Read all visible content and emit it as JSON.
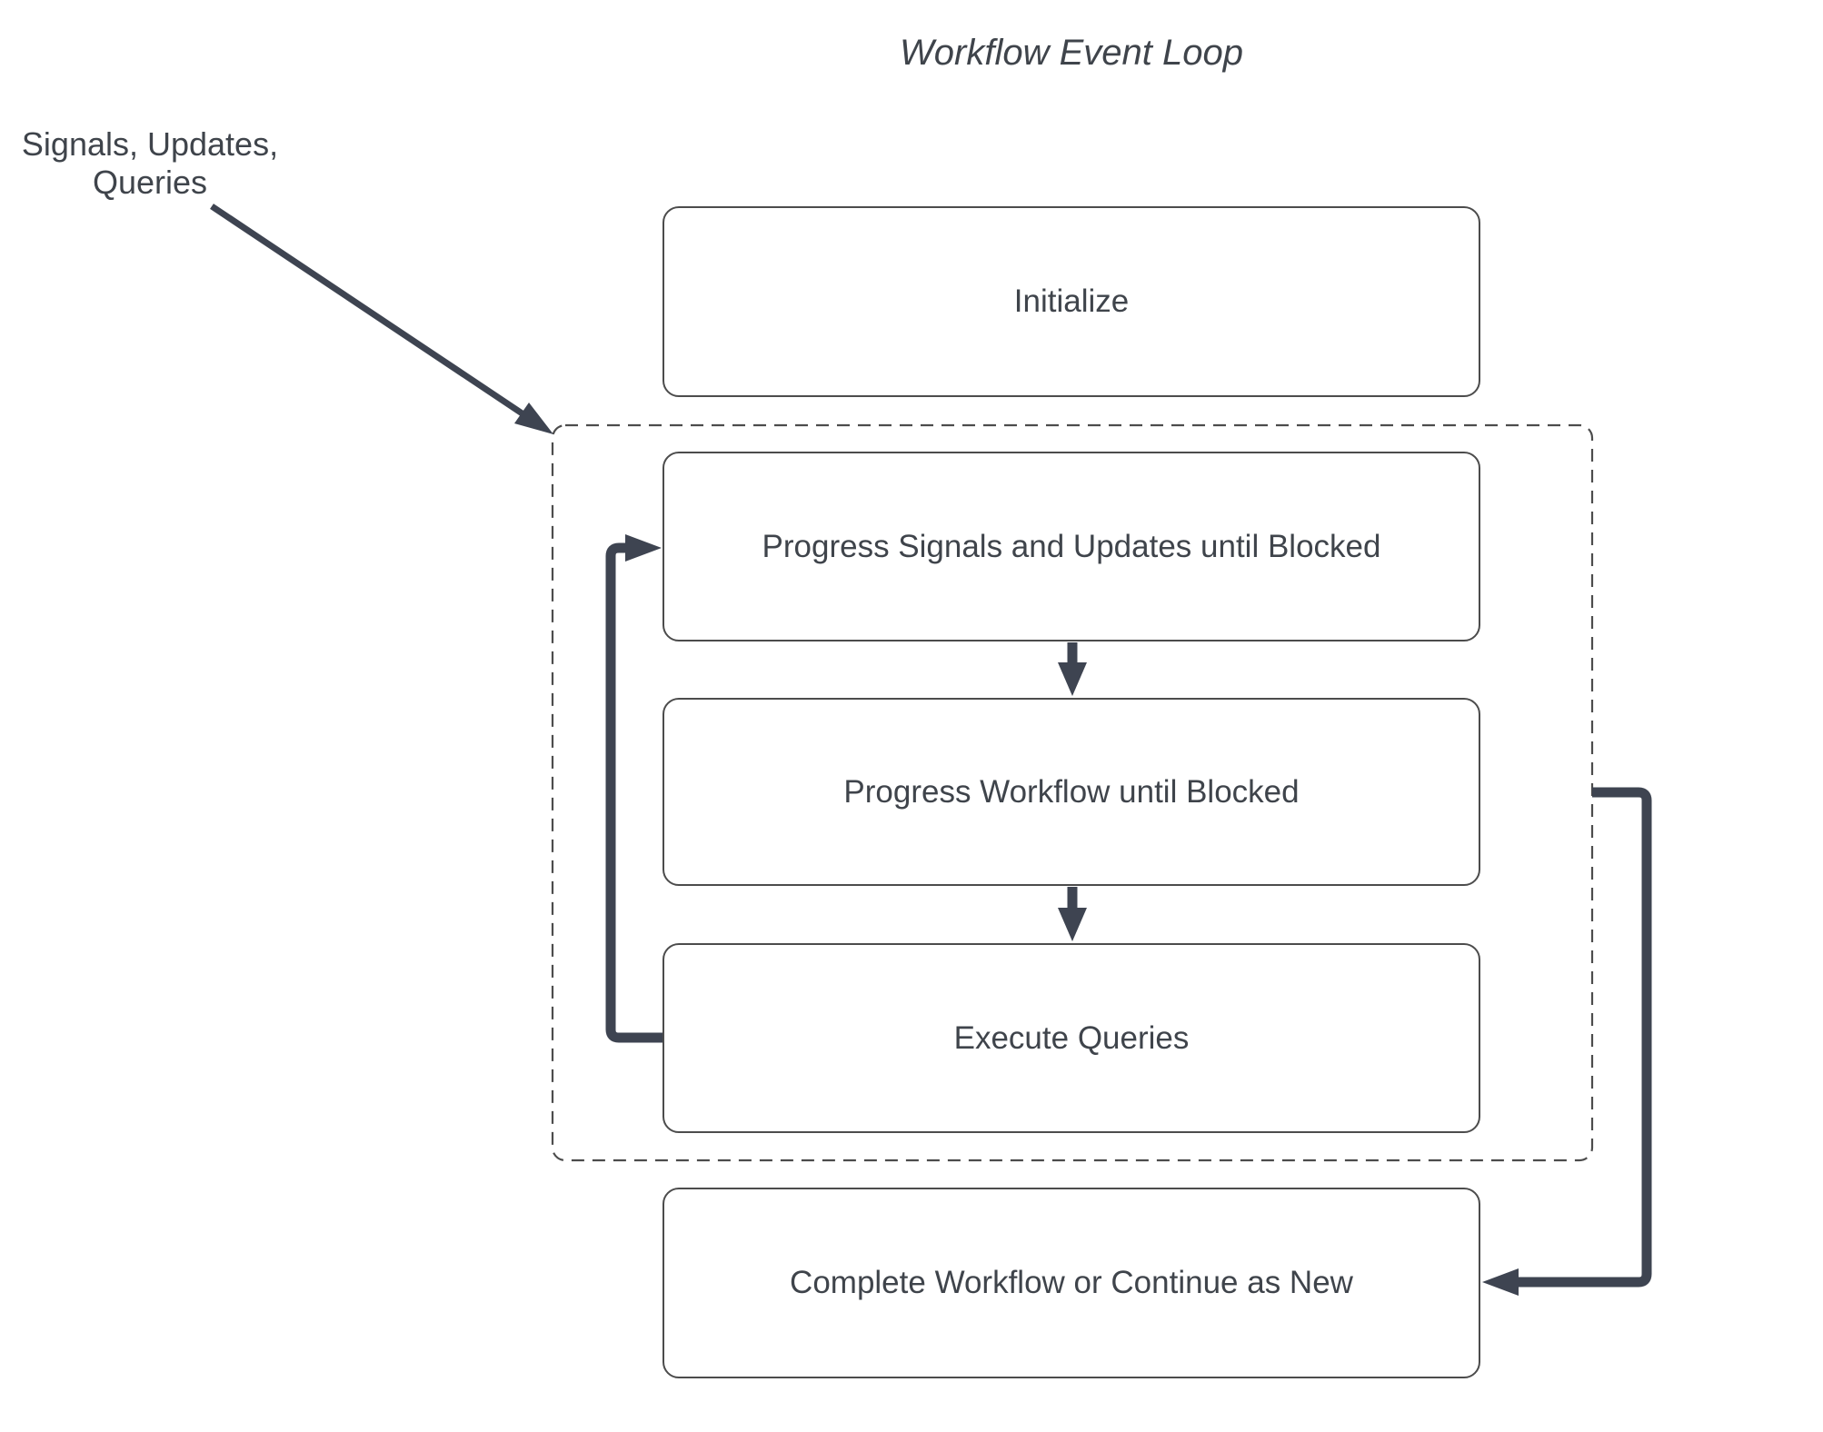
{
  "title": "Workflow Event Loop",
  "external_label": "Signals, Updates,\nQueries",
  "nodes": [
    {
      "id": "initialize",
      "label": "Initialize"
    },
    {
      "id": "progress-signals",
      "label": "Progress Signals and Updates until Blocked"
    },
    {
      "id": "progress-workflow",
      "label": "Progress Workflow until Blocked"
    },
    {
      "id": "execute-queries",
      "label": "Execute Queries"
    },
    {
      "id": "complete",
      "label": "Complete Workflow or Continue as New"
    }
  ],
  "groups": [
    {
      "id": "event-loop-region",
      "style": "dashed",
      "contains": [
        "progress-signals",
        "progress-workflow",
        "execute-queries"
      ]
    }
  ],
  "edges": [
    {
      "from": "external-events",
      "to": "event-loop-region",
      "style": "thin-arrow"
    },
    {
      "from": "progress-signals",
      "to": "progress-workflow",
      "style": "down-arrow"
    },
    {
      "from": "progress-workflow",
      "to": "execute-queries",
      "style": "down-arrow"
    },
    {
      "from": "execute-queries",
      "to": "progress-signals",
      "style": "thick-loop-arrow-left"
    },
    {
      "from": "event-loop-region",
      "to": "complete",
      "style": "thick-arrow-right"
    }
  ],
  "colors": {
    "background": "#ffffff",
    "arrow": "#3e4451",
    "border": "#4c4c4c",
    "text": "#3f444b"
  }
}
